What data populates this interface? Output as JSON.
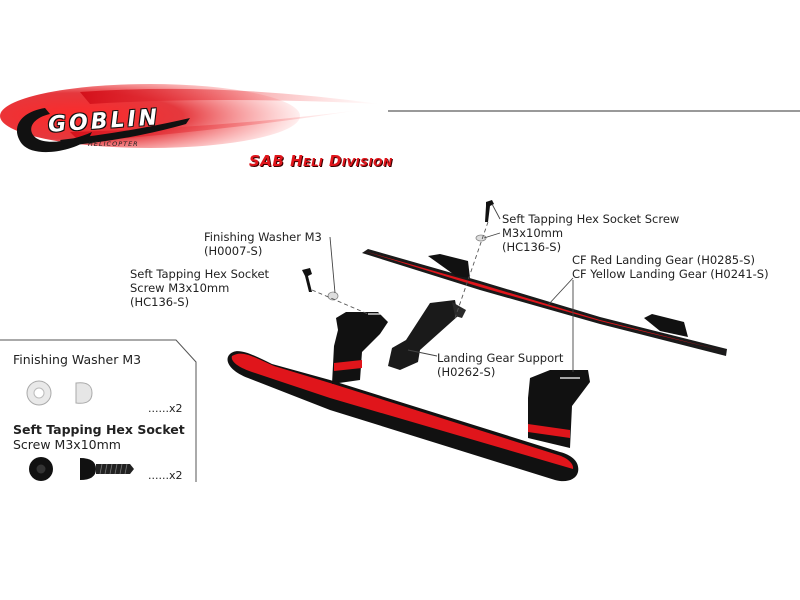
{
  "brand": {
    "wordmark": "GOBLIN",
    "tagline": "HELICOPTER",
    "division": "SAB Heli Division"
  },
  "callouts": {
    "washer": {
      "name": "Finishing Washer M3",
      "code": "(H0007-S)"
    },
    "screw_left": {
      "line1": "Seft Tapping Hex Socket",
      "line2": "Screw M3x10mm",
      "code": "(HC136-S)"
    },
    "screw_right": {
      "line1": "Seft Tapping Hex Socket Screw",
      "line2": "M3x10mm",
      "code": "(HC136-S)"
    },
    "gear_red": "CF Red Landing Gear (H0285-S)",
    "gear_yellow": "CF Yellow Landing Gear (H0241-S)",
    "support": {
      "name": "Landing Gear Support",
      "code": "(H0262-S)"
    }
  },
  "legend": {
    "washer_title": "Finishing Washer M3",
    "washer_qty": "......x2",
    "screw_title_1": "Seft Tapping Hex Socket",
    "screw_title_2": "Screw M3x10mm",
    "screw_qty": "......x2"
  },
  "colors": {
    "brand_red": "#e0151b",
    "carbon": "#111111",
    "rule": "#333333"
  }
}
